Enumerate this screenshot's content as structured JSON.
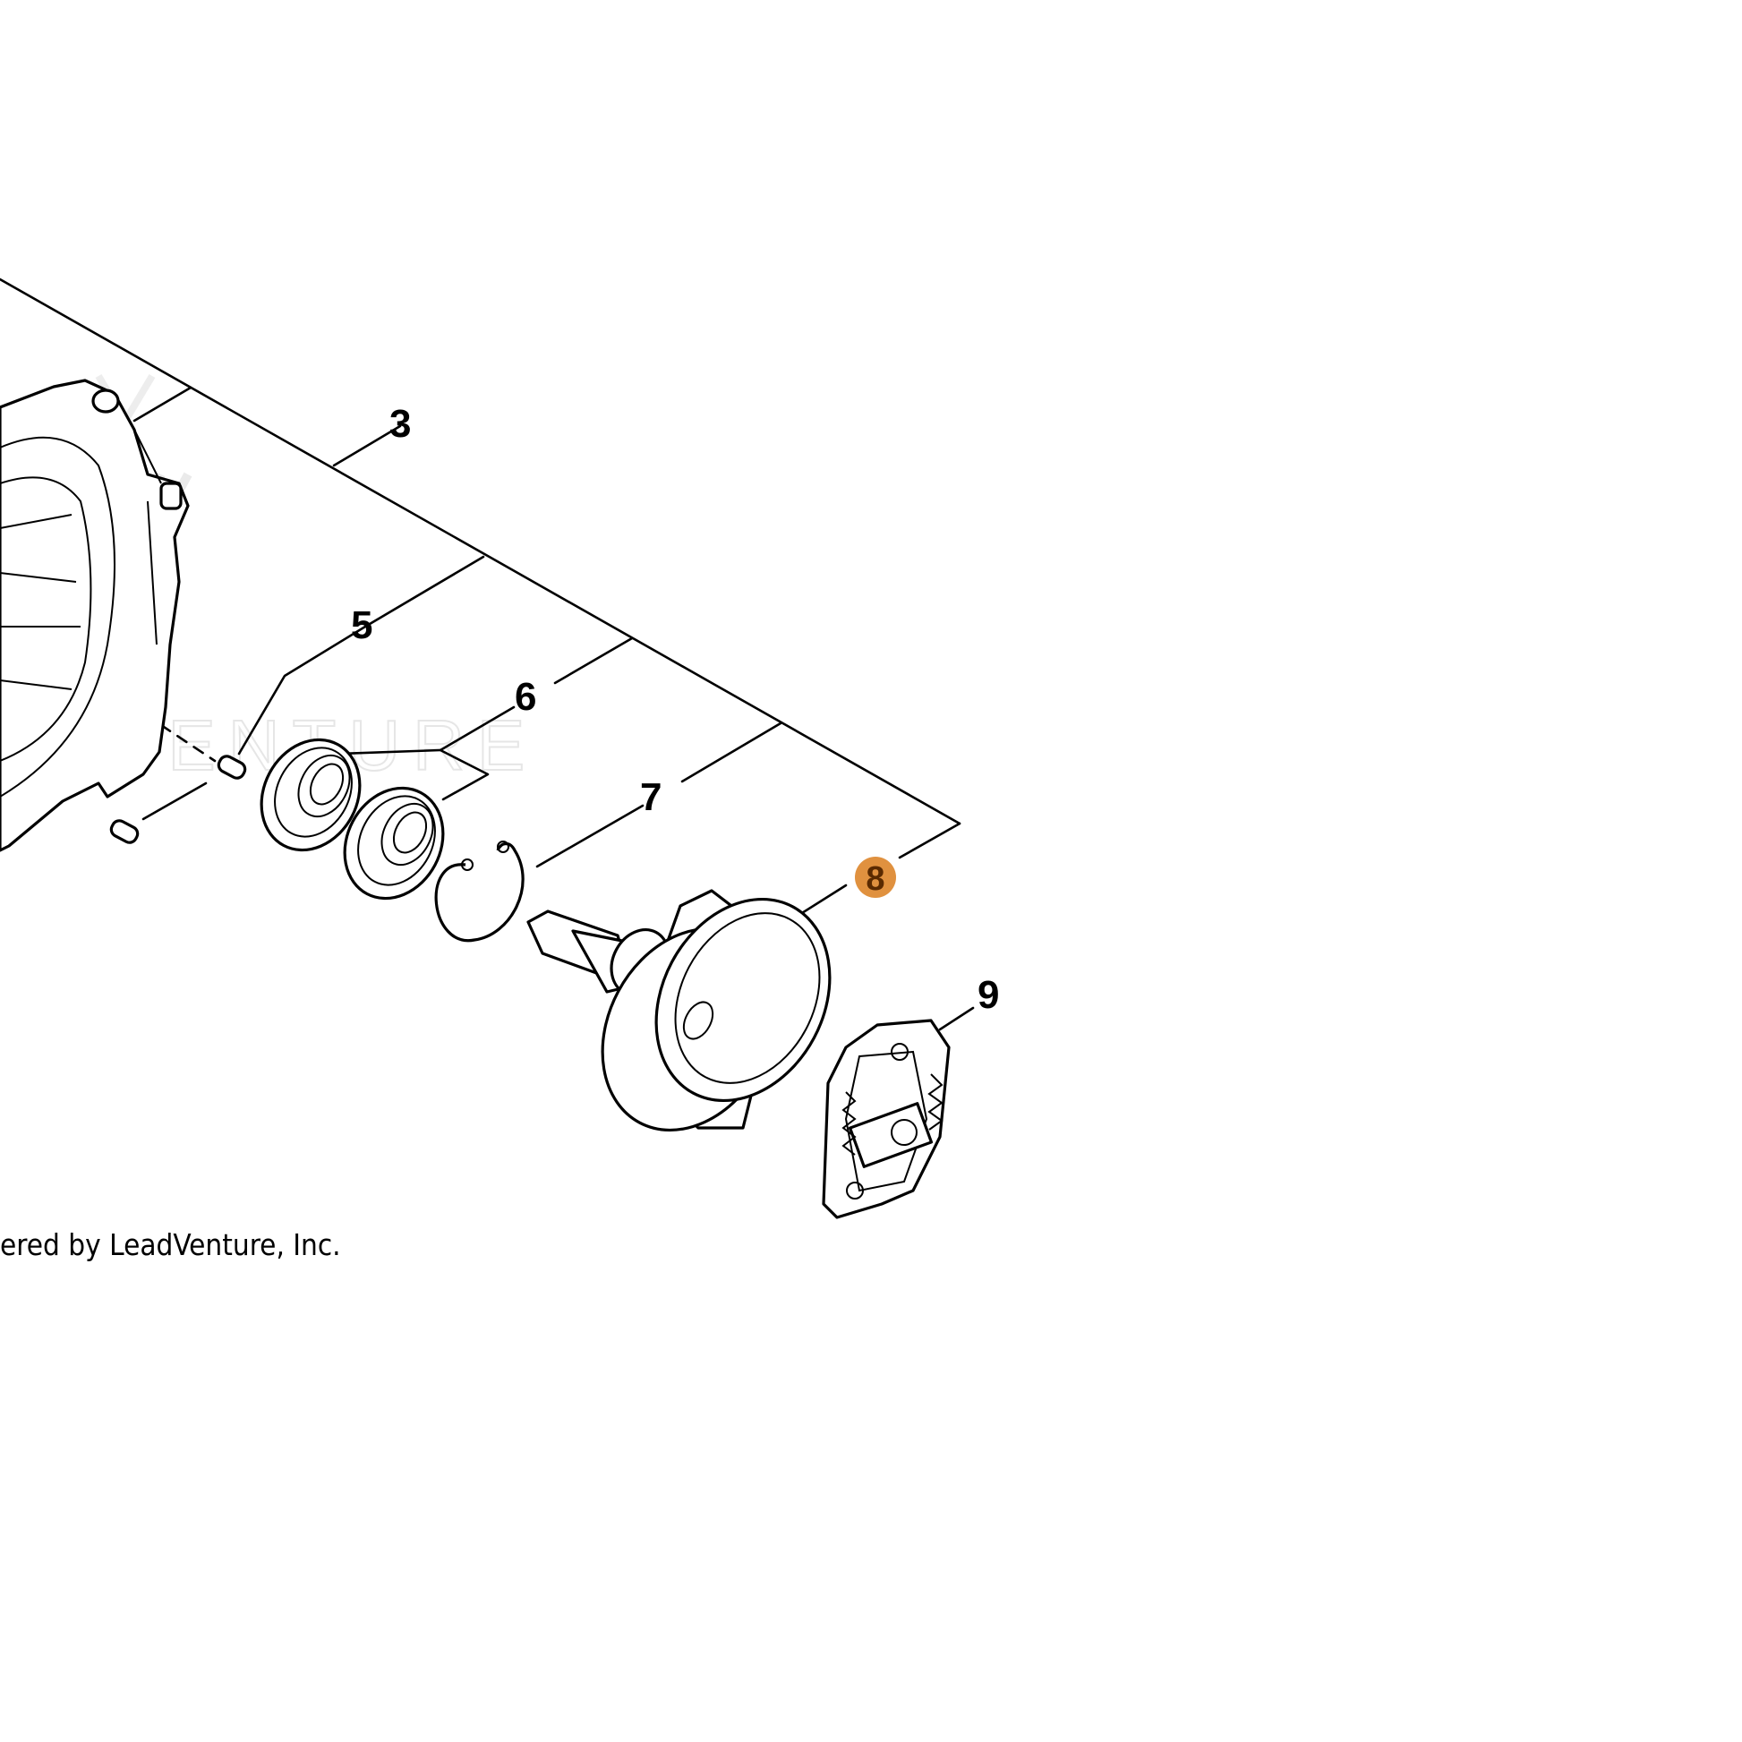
{
  "diagram": {
    "callouts": [
      {
        "id": "3",
        "label": "3"
      },
      {
        "id": "5",
        "label": "5"
      },
      {
        "id": "6",
        "label": "6"
      },
      {
        "id": "7",
        "label": "7"
      },
      {
        "id": "8",
        "label": "8",
        "highlighted": true
      },
      {
        "id": "9",
        "label": "9"
      }
    ],
    "highlight_color": "#e0913f",
    "copyright": "ered by LeadVenture, Inc.",
    "watermark": "VENTURE"
  }
}
